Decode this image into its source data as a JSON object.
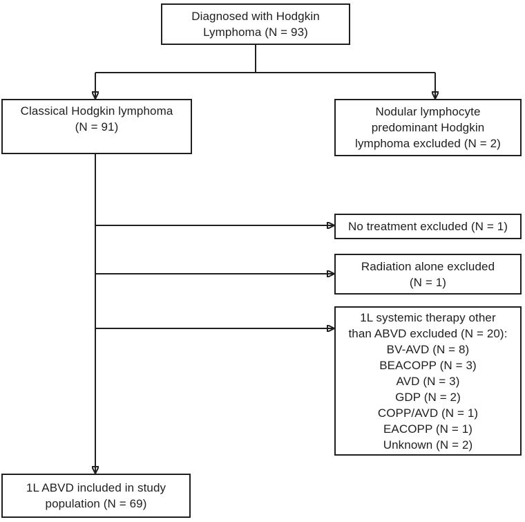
{
  "figure": {
    "type": "flowchart",
    "background_color": "#ffffff",
    "line_color": "#1e1e1e",
    "boxes": {
      "diagnosed": {
        "lines": [
          "Diagnosed with Hodgkin",
          "Lymphoma (N = 93)"
        ],
        "n": 93
      },
      "classical": {
        "lines": [
          "Classical Hodgkin lymphoma",
          "(N = 91)"
        ],
        "n": 91
      },
      "nodular": {
        "lines": [
          "Nodular lymphocyte",
          "predominant Hodgkin",
          "lymphoma excluded (N = 2)"
        ],
        "n": 2
      },
      "no_treatment": {
        "lines": [
          "No treatment excluded (N = 1)"
        ],
        "n": 1
      },
      "radiation": {
        "lines": [
          "Radiation alone excluded",
          "(N = 1)"
        ],
        "n": 1
      },
      "systemic": {
        "lines": [
          "1L systemic therapy other",
          "than ABVD excluded (N = 20):",
          "BV-AVD (N = 8)",
          "BEACOPP (N = 3)",
          "AVD (N = 3)",
          "GDP (N = 2)",
          "COPP/AVD (N = 1)",
          "EACOPP (N = 1)",
          "Unknown (N = 2)"
        ],
        "n": 20
      },
      "study": {
        "lines": [
          "1L ABVD included in study",
          "population (N = 69)"
        ],
        "n": 69
      }
    }
  }
}
